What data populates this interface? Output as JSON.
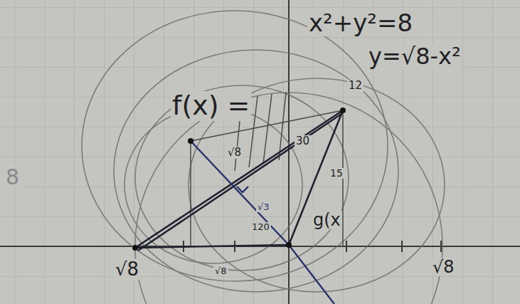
{
  "diagram": {
    "labels": [
      "x²+y²=8",
      "f(x) =",
      "y=√8-x²",
      "8",
      "√8",
      "√8",
      "g(x",
      "12",
      "15",
      "30",
      "√8",
      "√3",
      "120",
      "√8"
    ]
  }
}
